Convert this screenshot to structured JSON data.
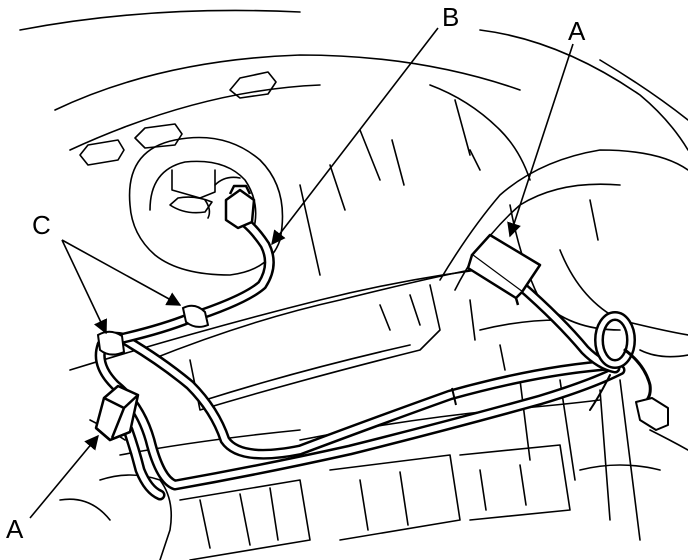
{
  "callouts": {
    "b": "B",
    "a_top": "A",
    "c": "C",
    "a_bottom": "A"
  },
  "colors": {
    "line": "#000000",
    "background": "#ffffff"
  }
}
